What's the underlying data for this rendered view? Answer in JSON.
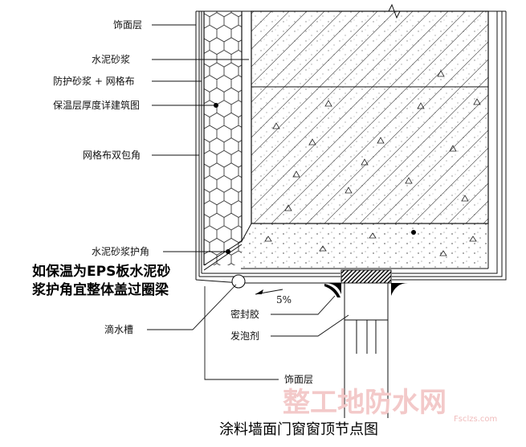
{
  "labels": {
    "finish_layer_top": "饰面层",
    "cement_mortar": "水泥砂浆",
    "protective_mortar_mesh": "防护砂浆 + 网格布",
    "insulation_thickness": "保温层厚度详建筑图",
    "mesh_double_wrap": "网格布双包角",
    "cement_mortar_corner": "水泥砂浆护角",
    "slope": "5%",
    "sealant": "密封胶",
    "foam_agent": "发泡剂",
    "drip_groove": "滴水槽",
    "finish_layer_bottom": "饰面层"
  },
  "note": {
    "line1": "如保温为EPS板水泥砂",
    "line2": "浆护角宜整体盖过圈梁"
  },
  "title": "涂料墙面门窗窗顶节点图",
  "watermark": {
    "brand": "整工地防水网",
    "url": "Fsclzs.com"
  },
  "colors": {
    "line": "#111111",
    "watermark": "#f3c9c9"
  }
}
